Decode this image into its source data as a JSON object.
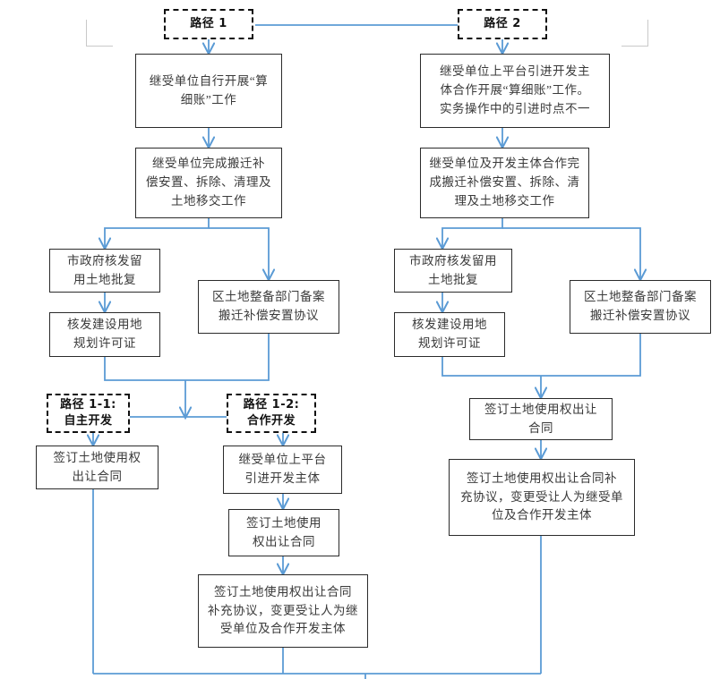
{
  "document": {
    "title": "土地整备利益统筹项目实施路径流程图",
    "line_color": "#5b9bd5",
    "box_border_color": "#2b2b2b",
    "dashed_border_color": "#111111",
    "text_color": "#3a3a3a",
    "margin_mark_color": "#c9c9c9"
  },
  "nodes": {
    "path1": "路径 1",
    "path2": "路径 2",
    "n1_suanxizhang": "继受单位自行开展“算\n细账”工作",
    "n2_suanxizhang": "继受单位上平台引进开发主\n体合作开展“算细账”工作。\n实务操作中的引进时点不一",
    "n1_banqian": "继受单位完成搬迁补\n偿安置、拆除、清理及\n土地移交工作",
    "n2_banqian": "继受单位及开发主体合作完\n成搬迁补偿安置、拆除、清\n理及土地移交工作",
    "n1_shizhengfu": "市政府核发留\n用土地批复",
    "n1_guihua": "核发建设用地\n规划许可证",
    "n1_beian": "区土地整备部门备案\n搬迁补偿安置协议",
    "n2_shizhengfu": "市政府核发留用\n土地批复",
    "n2_guihua": "核发建设用地\n规划许可证",
    "n2_beian": "区土地整备部门备案\n搬迁补偿安置协议",
    "path1_1": "路径 1-1:\n自主开发",
    "path1_2": "路径 1-2:\n合作开发",
    "n11_hetong": "签订土地使用权\n出让合同",
    "n12_pingtai": "继受单位上平台\n引进开发主体",
    "n12_hetong": "签订土地使用\n权出让合同",
    "n12_buchong": "签订土地使用权出让合同\n补充协议，变更受让人为继\n受单位及合作开发主体",
    "n2_hetong": "签订土地使用权出让\n合同",
    "n2_buchong": "签订土地使用权出让合同补\n充协议，变更受让人为继受单\n位及合作开发主体"
  }
}
